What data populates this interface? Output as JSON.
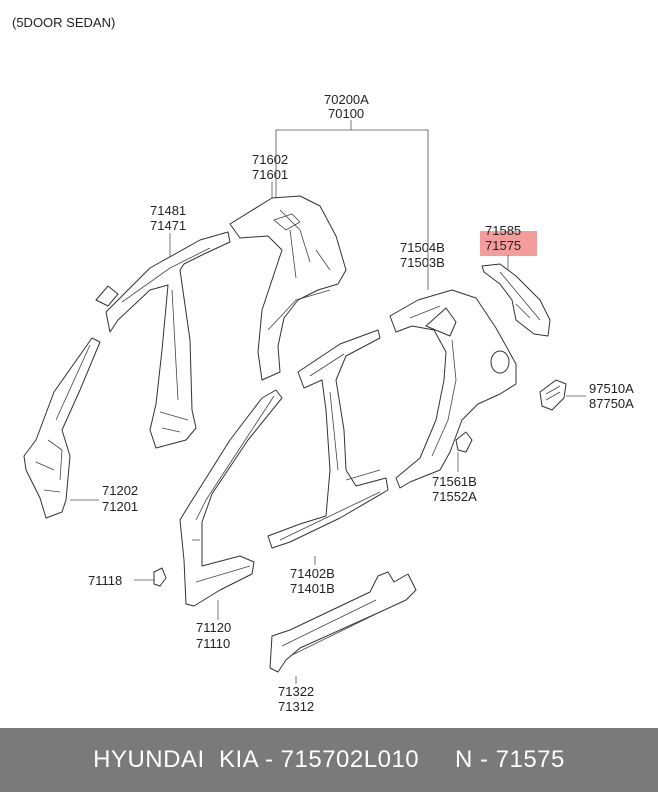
{
  "diagram": {
    "title": "(5DOOR SEDAN)",
    "labels": {
      "p70200a": "70200A",
      "p70100": "70100",
      "p71602": "71602",
      "p71601": "71601",
      "p71481": "71481",
      "p71471": "71471",
      "p71504b": "71504B",
      "p71503b": "71503B",
      "p71585": "71585",
      "p71575": "71575",
      "p97510a": "97510A",
      "p87750a": "87750A",
      "p71561b": "71561B",
      "p71552a": "71552A",
      "p71202": "71202",
      "p71201": "71201",
      "p71402b": "71402B",
      "p71401b": "71401B",
      "p71118": "71118",
      "p71120": "71120",
      "p71110": "71110",
      "p71322": "71322",
      "p71312": "71312"
    },
    "highlight_color": "#f28b8b"
  },
  "footer": {
    "text": "HYUNDAI  KIA - 715702L010     N - 71575",
    "background": "#7a7a7a"
  }
}
